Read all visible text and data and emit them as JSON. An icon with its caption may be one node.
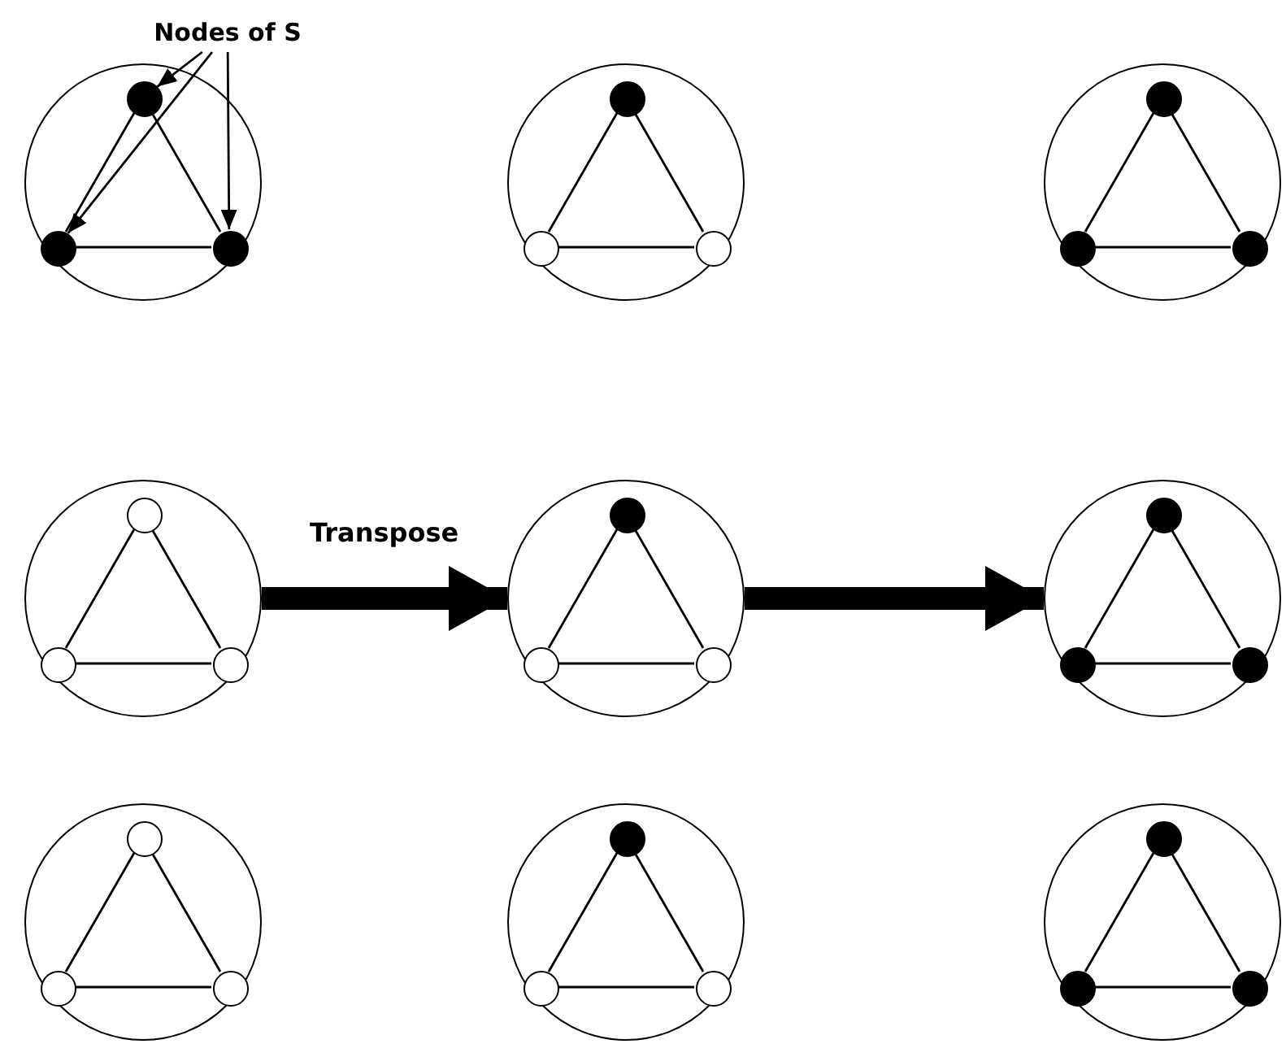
{
  "diagram": {
    "nodes": [
      {
        "text": [
          "Nodes of S"
        ]
      },
      {
        "text": [],
        "shape": "circle"
      },
      {
        "text": [],
        "shape": "dot",
        "in": 1
      },
      {
        "text": [],
        "shape": "dot",
        "in": 1
      },
      {
        "text": [],
        "shape": "dot",
        "in": 1
      },
      {
        "text": [],
        "shape": "circle"
      },
      {
        "text": [],
        "shape": "dot",
        "in": 5
      },
      {
        "text": [],
        "shape": "circle",
        "in": 5
      },
      {
        "text": [],
        "shape": "circle",
        "in": 5
      },
      {
        "text": [],
        "shape": "circle"
      },
      {
        "text": [],
        "shape": "dot",
        "in": 9
      },
      {
        "text": [],
        "shape": "dot",
        "in": 9
      },
      {
        "text": [],
        "shape": "dot",
        "in": 9
      },
      {
        "text": [],
        "shape": "circle"
      },
      {
        "text": [],
        "shape": "circle",
        "in": 13
      },
      {
        "text": [],
        "shape": "circle",
        "in": 13
      },
      {
        "text": [],
        "shape": "circle",
        "in": 13
      },
      {
        "text": [],
        "shape": "circle"
      },
      {
        "text": [],
        "shape": "dot",
        "in": 17
      },
      {
        "text": [],
        "shape": "circle",
        "in": 17
      },
      {
        "text": [],
        "shape": "circle",
        "in": 17
      },
      {
        "text": [],
        "shape": "circle"
      },
      {
        "text": [],
        "shape": "dot",
        "in": 21
      },
      {
        "text": [],
        "shape": "dot",
        "in": 21
      },
      {
        "text": [],
        "shape": "dot",
        "in": 21
      },
      {
        "text": [],
        "shape": "circle"
      },
      {
        "text": [],
        "shape": "circle",
        "in": 25
      },
      {
        "text": [],
        "shape": "circle",
        "in": 25
      },
      {
        "text": [],
        "shape": "circle",
        "in": 25
      },
      {
        "text": [],
        "shape": "circle"
      },
      {
        "text": [],
        "shape": "dot",
        "in": 29
      },
      {
        "text": [],
        "shape": "circle",
        "in": 29
      },
      {
        "text": [],
        "shape": "circle",
        "in": 29
      },
      {
        "text": [],
        "shape": "circle"
      },
      {
        "text": [],
        "shape": "dot",
        "in": 33
      },
      {
        "text": [],
        "shape": "dot",
        "in": 33
      },
      {
        "text": [],
        "shape": "dot",
        "in": 33
      }
    ],
    "edges": [
      {
        "from": 0,
        "to": 2,
        "arrow": "to"
      },
      {
        "from": 0,
        "to": 3,
        "arrow": "to"
      },
      {
        "from": 0,
        "to": 4,
        "arrow": "to"
      },
      {
        "from": 2,
        "to": 3,
        "arrow": "none"
      },
      {
        "from": 2,
        "to": 4,
        "arrow": "none"
      },
      {
        "from": 3,
        "to": 4,
        "arrow": "none"
      },
      {
        "from": 6,
        "to": 7,
        "arrow": "none"
      },
      {
        "from": 6,
        "to": 8,
        "arrow": "none"
      },
      {
        "from": 7,
        "to": 8,
        "arrow": "none"
      },
      {
        "from": 10,
        "to": 11,
        "arrow": "none"
      },
      {
        "from": 10,
        "to": 12,
        "arrow": "none"
      },
      {
        "from": 11,
        "to": 12,
        "arrow": "none"
      },
      {
        "from": 14,
        "to": 15,
        "arrow": "none"
      },
      {
        "from": 14,
        "to": 16,
        "arrow": "none"
      },
      {
        "from": 15,
        "to": 16,
        "arrow": "none"
      },
      {
        "from": 18,
        "to": 19,
        "arrow": "none"
      },
      {
        "from": 18,
        "to": 20,
        "arrow": "none"
      },
      {
        "from": 19,
        "to": 20,
        "arrow": "none"
      },
      {
        "from": 22,
        "to": 23,
        "arrow": "none"
      },
      {
        "from": 22,
        "to": 24,
        "arrow": "none"
      },
      {
        "from": 23,
        "to": 24,
        "arrow": "none"
      },
      {
        "from": 26,
        "to": 27,
        "arrow": "none"
      },
      {
        "from": 26,
        "to": 28,
        "arrow": "none"
      },
      {
        "from": 27,
        "to": 28,
        "arrow": "none"
      },
      {
        "from": 30,
        "to": 31,
        "arrow": "none"
      },
      {
        "from": 30,
        "to": 32,
        "arrow": "none"
      },
      {
        "from": 31,
        "to": 32,
        "arrow": "none"
      },
      {
        "from": 34,
        "to": 35,
        "arrow": "none"
      },
      {
        "from": 34,
        "to": 36,
        "arrow": "none"
      },
      {
        "from": 35,
        "to": 36,
        "arrow": "none"
      },
      {
        "from": 13,
        "to": 17,
        "arrow": "to",
        "label": "Transpose",
        "style": "thick"
      },
      {
        "from": 17,
        "to": 21,
        "arrow": "to",
        "style": "thick"
      }
    ]
  }
}
